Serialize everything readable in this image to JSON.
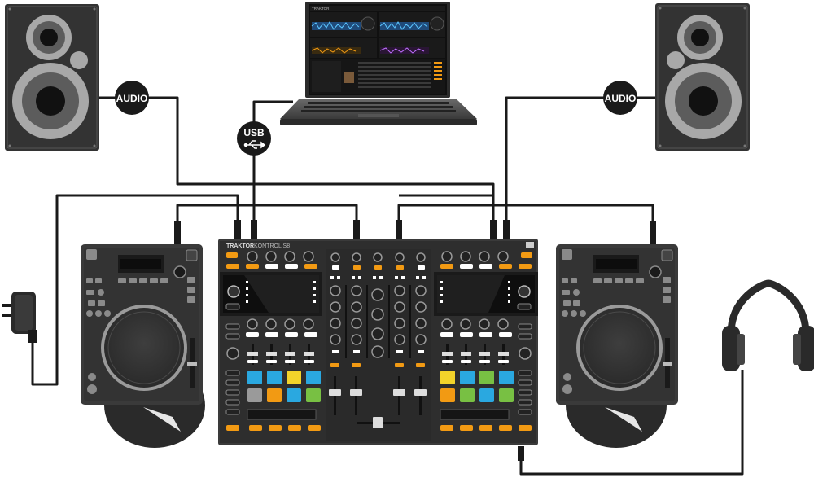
{
  "diagram": {
    "labels": {
      "audio_left": "AUDIO",
      "audio_right": "AUDIO",
      "usb": "USB"
    },
    "controller": {
      "brand": "TRAKTOR",
      "model": "KONTROL S8"
    },
    "laptop": {
      "app_name": "TRAKTOR"
    },
    "colors": {
      "orange": "#f29a13",
      "blue": "#2aa8e0",
      "green": "#78c043",
      "yellow": "#f3d32a",
      "device_body": "#3a3a3a",
      "device_dark": "#1f1f1f",
      "cable": "#1a1a1a"
    },
    "icons": [
      "speaker-icon",
      "laptop-icon",
      "usb-symbol-icon",
      "power-adapter-icon",
      "headphones-icon",
      "turntable-deck-icon"
    ]
  }
}
